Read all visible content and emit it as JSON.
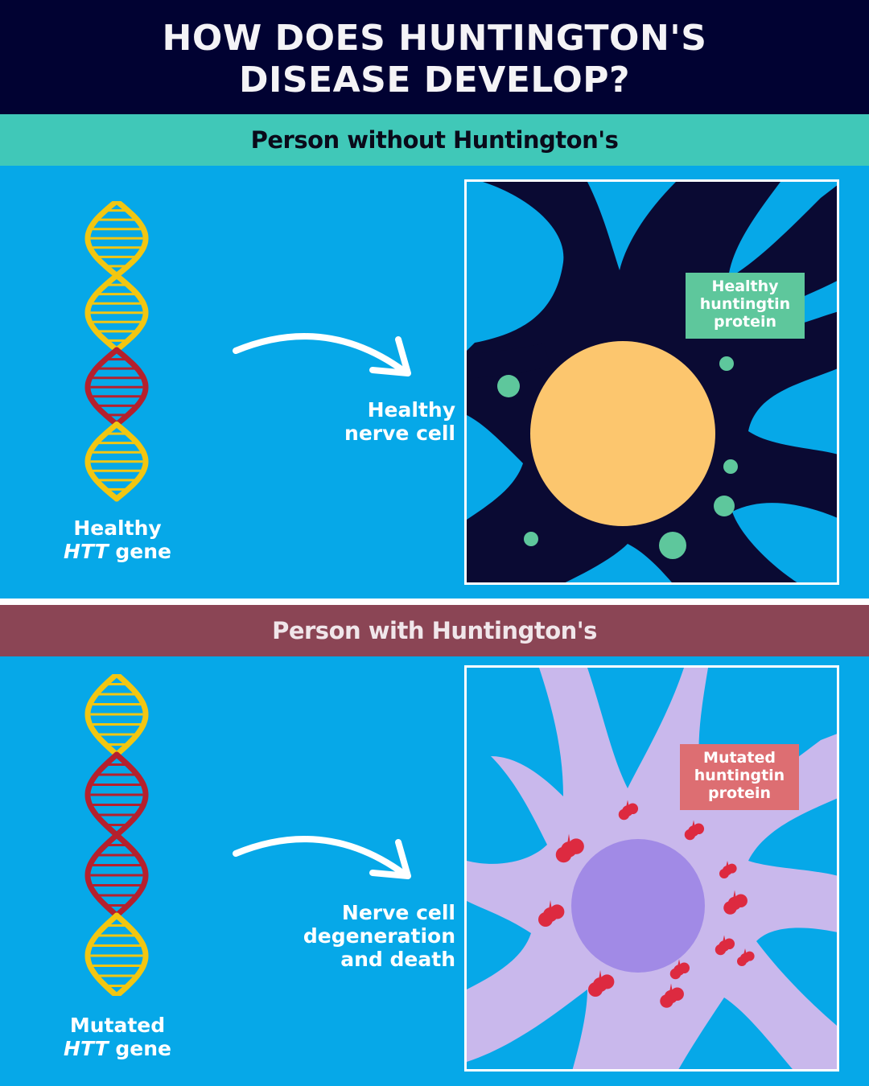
{
  "title": {
    "line1": "HOW DOES HUNTINGTON'S",
    "line2": "DISEASE DEVELOP?"
  },
  "healthy_section": {
    "band_label": "Person without Huntington's",
    "gene_label_line1": "Healthy",
    "gene_label_italic": "HTT",
    "gene_label_rest": " gene",
    "cell_label_line1": "Healthy",
    "cell_label_line2": "nerve cell",
    "protein_tag_line1": "Healthy",
    "protein_tag_line2": "huntingtin",
    "protein_tag_line3": "protein"
  },
  "disease_section": {
    "band_label": "Person with Huntington's",
    "gene_label_line1": "Mutated",
    "gene_label_italic": "HTT",
    "gene_label_rest": " gene",
    "cell_label_line1": "Nerve cell",
    "cell_label_line2": "degeneration",
    "cell_label_line3": "and death",
    "protein_tag_line1": "Mutated",
    "protein_tag_line2": "huntingtin",
    "protein_tag_line3": "protein"
  },
  "colors": {
    "background": "#06a8e8",
    "title_bar": "#010232",
    "healthy_band": "#40c8b8",
    "disease_band": "#8b4555",
    "healthy_cell": "#0a0a33",
    "healthy_nucleus": "#fcc66e",
    "healthy_protein": "#5ec79c",
    "diseased_cell": "#c9b8ec",
    "diseased_nucleus": "#a18ae6",
    "mutated_protein": "#dd2a40",
    "dna_yellow": "#f2c611",
    "dna_red": "#b5202d"
  },
  "icons": {
    "dna": "dna-helix-icon",
    "arrow": "curved-arrow-icon"
  }
}
